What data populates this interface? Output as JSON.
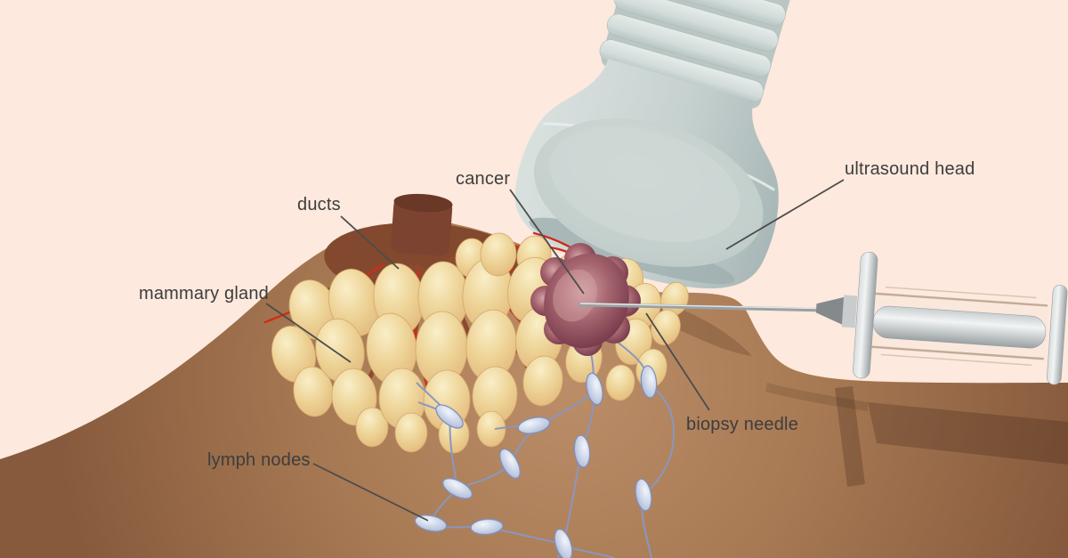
{
  "diagram": {
    "type": "medical-illustration",
    "subject": "ultrasound-guided breast biopsy cross-section",
    "labels": {
      "cancer": "cancer",
      "ducts": "ducts",
      "mammary_gland": "mammary gland",
      "lymph_nodes": "lymph nodes",
      "ultrasound_head": "ultrasound head",
      "biopsy_needle": "biopsy needle"
    },
    "colors": {
      "background": "#fde9dd",
      "skin_light": "#bb8d68",
      "skin_mid": "#a4754f",
      "skin_dark": "#875a3d",
      "areola": "#82492f",
      "nipple": "#7c4330",
      "nipple_top": "#693827",
      "duct": "#8d4a2e",
      "vessel": "#d02c16",
      "gland_base": "#eed498",
      "gland_light": "#f9efc8",
      "gland_edge": "#dfb173",
      "cancer_dark": "#5c2b3a",
      "cancer_mid": "#a66670",
      "cancer_light": "#d4a3a6",
      "lymph_fill": "#c3cde4",
      "lymph_light": "#f2f5fa",
      "lymph_outline": "#8090ba",
      "lymph_line": "#8a97bf",
      "probe_light": "#d9e1df",
      "probe_mid": "#c6d1cf",
      "probe_dark": "#a8b7b7",
      "needle": "#9aa1a3",
      "metal_light": "#f2f4f4",
      "metal_dark": "#9aa1a4",
      "barrel_line": "#c2ab97",
      "label_text": "#3d3d3d",
      "leader": "#4c4c4c"
    }
  }
}
